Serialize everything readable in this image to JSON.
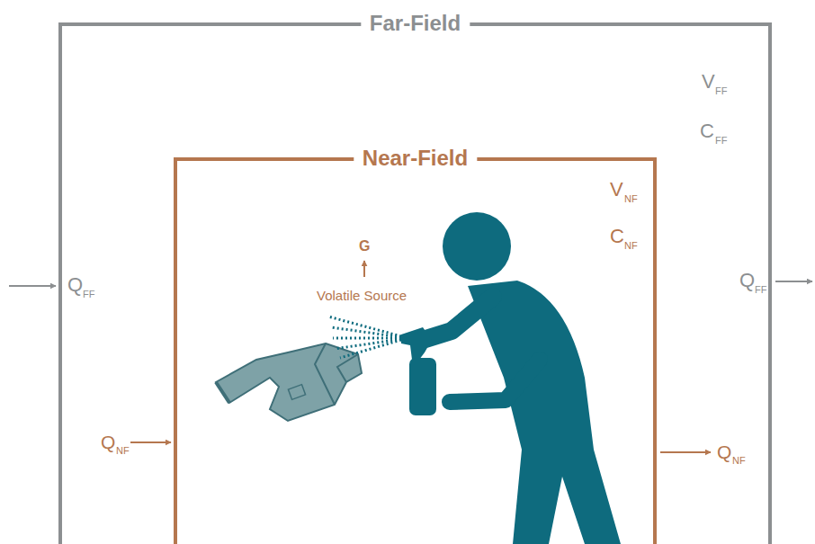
{
  "diagram": {
    "nodes": [
      {
        "text": [
          "Far-Field"
        ]
      },
      {
        "text": [
          "Near-Field"
        ],
        "in": 0
      }
    ],
    "labels": [
      "V",
      "FF",
      "C",
      "FF",
      "Q",
      "FF",
      "Q",
      "FF",
      "V",
      "NF",
      "C",
      "NF",
      "Q",
      "NF",
      "Q",
      "NF",
      "G",
      "Volatile Source"
    ]
  }
}
